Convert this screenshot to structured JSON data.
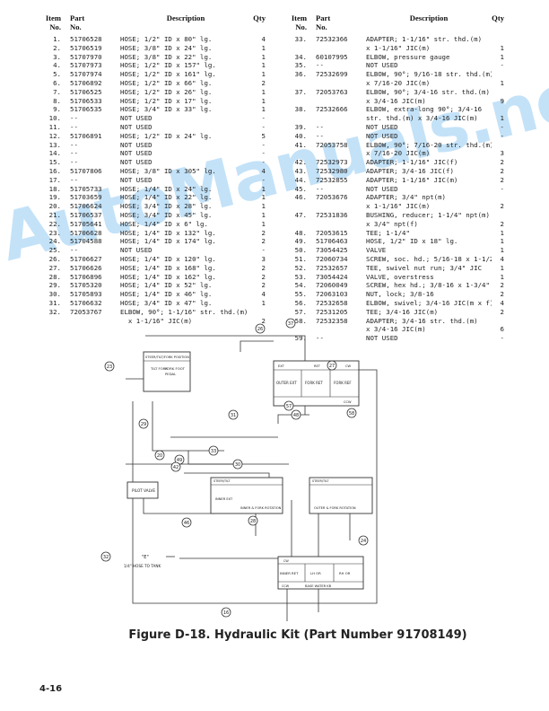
{
  "headers": {
    "item_line1": "Item",
    "item_line2": "No.",
    "part_line1": "Part",
    "part_line2": "No.",
    "description": "Description",
    "qty": "Qty"
  },
  "left_rows": [
    {
      "item": "1.",
      "part": "51706528",
      "desc": "HOSE; 1/2\" ID x 80\" lg.",
      "qty": "4"
    },
    {
      "item": "2.",
      "part": "51706519",
      "desc": "HOSE; 3/8\" ID x 24\" lg.",
      "qty": "1"
    },
    {
      "item": "3.",
      "part": "51707970",
      "desc": "HOSE; 3/8\" ID x 22\" lg.",
      "qty": "1"
    },
    {
      "item": "4.",
      "part": "51707973",
      "desc": "HOSE; 1/2\" ID x 157\" lg.",
      "qty": "1"
    },
    {
      "item": "5.",
      "part": "51707974",
      "desc": "HOSE; 1/2\" ID x 161\" lg.",
      "qty": "1"
    },
    {
      "item": "6.",
      "part": "51706892",
      "desc": "HOSE; 1/2\" ID x 66\" lg.",
      "qty": "2"
    },
    {
      "item": "7.",
      "part": "51706525",
      "desc": "HOSE; 1/2\" ID x 26\" lg.",
      "qty": "1"
    },
    {
      "item": "8.",
      "part": "51706533",
      "desc": "HOSE; 1/2\" ID x 17\" lg.",
      "qty": "1"
    },
    {
      "item": "9.",
      "part": "51706535",
      "desc": "HOSE; 3/4\" ID x 33\" lg.",
      "qty": "1"
    },
    {
      "item": "10.",
      "part": "--",
      "desc": "NOT USED",
      "qty": "-"
    },
    {
      "item": "11.",
      "part": "--",
      "desc": "NOT USED",
      "qty": "-"
    },
    {
      "item": "12.",
      "part": "51706891",
      "desc": "HOSE; 1/2\" ID x 24\" lg.",
      "qty": "5"
    },
    {
      "item": "13.",
      "part": "--",
      "desc": "NOT USED",
      "qty": "-"
    },
    {
      "item": "14.",
      "part": "--",
      "desc": "NOT USED",
      "qty": "-"
    },
    {
      "item": "15.",
      "part": "--",
      "desc": "NOT USED",
      "qty": "-"
    },
    {
      "item": "16.",
      "part": "51707806",
      "desc": "HOSE; 3/8\" ID x 305\" lg.",
      "qty": "4"
    },
    {
      "item": "17.",
      "part": "--",
      "desc": "NOT USED",
      "qty": "-"
    },
    {
      "item": "18.",
      "part": "51705733",
      "desc": "HOSE; 1/4\" ID x 24\" lg.",
      "qty": "1"
    },
    {
      "item": "19.",
      "part": "51703659",
      "desc": "HOSE; 1/4\" ID x 22\" lg.",
      "qty": "1"
    },
    {
      "item": "20.",
      "part": "51706624",
      "desc": "HOSE; 3/4\" ID x 28\" lg.",
      "qty": "1"
    },
    {
      "item": "21.",
      "part": "51706537",
      "desc": "HOSE; 3/4\" ID x 45\" lg.",
      "qty": "1"
    },
    {
      "item": "22.",
      "part": "51705641",
      "desc": "HOSE; 1/4\" ID x 6\" lg.",
      "qty": "1"
    },
    {
      "item": "23.",
      "part": "51706628",
      "desc": "HOSE; 1/4\" ID x 132\" lg.",
      "qty": "2"
    },
    {
      "item": "24.",
      "part": "51704588",
      "desc": "HOSE; 1/4\" ID x 174\" lg.",
      "qty": "2"
    },
    {
      "item": "25.",
      "part": "--",
      "desc": "NOT USED",
      "qty": "-"
    },
    {
      "item": "26.",
      "part": "51706627",
      "desc": "HOSE; 1/4\" ID x 120\" lg.",
      "qty": "3"
    },
    {
      "item": "27.",
      "part": "51706626",
      "desc": "HOSE; 1/4\" ID x 168\" lg.",
      "qty": "2"
    },
    {
      "item": "28.",
      "part": "51706896",
      "desc": "HOSE; 1/4\" ID x 162\" lg.",
      "qty": "2"
    },
    {
      "item": "29.",
      "part": "51705320",
      "desc": "HOSE; 1/4\" ID x 52\" lg.",
      "qty": "2"
    },
    {
      "item": "30.",
      "part": "51705893",
      "desc": "HOSE; 1/4\" ID x 46\" lg.",
      "qty": "4"
    },
    {
      "item": "31.",
      "part": "51706632",
      "desc": "HOSE; 3/4\" ID x 47\" lg.",
      "qty": "1"
    },
    {
      "item": "32.",
      "part": "72053767",
      "desc": "ELBOW, 90°; 1-1/16\" str. thd.(m)",
      "qty": ""
    },
    {
      "item": "",
      "part": "",
      "desc": "  x 1-1/16\" JIC(m)",
      "qty": "2"
    }
  ],
  "right_rows": [
    {
      "item": "33.",
      "part": "72532366",
      "desc": "ADAPTER; 1-1/16\" str. thd.(m)",
      "qty": ""
    },
    {
      "item": "",
      "part": "",
      "desc": "x 1-1/16\" JIC(m)",
      "qty": "1"
    },
    {
      "item": "34.",
      "part": "60107995",
      "desc": "ELBOW, pressure gauge",
      "qty": "1"
    },
    {
      "item": "35.",
      "part": "--",
      "desc": "NOT USED",
      "qty": "-"
    },
    {
      "item": "36.",
      "part": "72532699",
      "desc": "ELBOW, 90°; 9/16-18 str. thd.(m)",
      "qty": ""
    },
    {
      "item": "",
      "part": "",
      "desc": "x 7/16-20 JIC(m)",
      "qty": "1"
    },
    {
      "item": "37.",
      "part": "72053763",
      "desc": "ELBOW, 90°; 3/4-16 str. thd.(m)",
      "qty": ""
    },
    {
      "item": "",
      "part": "",
      "desc": "x 3/4-16 JIC(m)",
      "qty": "9"
    },
    {
      "item": "38.",
      "part": "72532666",
      "desc": "ELBOW, extra-long 90°; 3/4-16",
      "qty": ""
    },
    {
      "item": "",
      "part": "",
      "desc": "str. thd.(m) x 3/4-16 JIC(m)",
      "qty": "1"
    },
    {
      "item": "39.",
      "part": "--",
      "desc": "NOT USED",
      "qty": "-"
    },
    {
      "item": "40.",
      "part": "--",
      "desc": "NOT USED",
      "qty": "-"
    },
    {
      "item": "41.",
      "part": "72053758",
      "desc": "ELBOW, 90°; 7/16-20 str. thd.(m)",
      "qty": ""
    },
    {
      "item": "",
      "part": "",
      "desc": "x 7/16-20 JIC(m)",
      "qty": "3"
    },
    {
      "item": "42.",
      "part": "72532973",
      "desc": "ADAPTER; 1-1/16\" JIC(f)",
      "qty": "2"
    },
    {
      "item": "43.",
      "part": "72532980",
      "desc": "ADAPTER; 3/4-16 JIC(f)",
      "qty": "2"
    },
    {
      "item": "44.",
      "part": "72532855",
      "desc": "ADAPTER; 1-1/16\" JIC(m)",
      "qty": "2"
    },
    {
      "item": "45.",
      "part": "--",
      "desc": "NOT USED",
      "qty": "-"
    },
    {
      "item": "46.",
      "part": "72053676",
      "desc": "ADAPTER; 3/4\" npt(m)",
      "qty": ""
    },
    {
      "item": "",
      "part": "",
      "desc": "x 1-1/16\" JIC(m)",
      "qty": "2"
    },
    {
      "item": "47.",
      "part": "72531836",
      "desc": "BUSHING, reducer; 1-1/4\" npt(m)",
      "qty": ""
    },
    {
      "item": "",
      "part": "",
      "desc": "x 3/4\" npt(f)",
      "qty": "2"
    },
    {
      "item": "48.",
      "part": "72053615",
      "desc": "TEE; 1-1/4\"",
      "qty": "1"
    },
    {
      "item": "49.",
      "part": "51706463",
      "desc": "HOSE, 1/2\" ID x 18\" lg.",
      "qty": "1"
    },
    {
      "item": "50.",
      "part": "73054425",
      "desc": "VALVE",
      "qty": "1"
    },
    {
      "item": "51.",
      "part": "72060734",
      "desc": "SCREW, soc. hd.; 5/16-18 x 1-1/2\"",
      "qty": "4"
    },
    {
      "item": "52.",
      "part": "72532657",
      "desc": "TEE, swivel nut run; 3/4\" JIC",
      "qty": "1"
    },
    {
      "item": "53.",
      "part": "73054424",
      "desc": "VALVE, overstress",
      "qty": "1"
    },
    {
      "item": "54.",
      "part": "72060049",
      "desc": "SCREW, hex hd.; 3/8-16 x 1-3/4\"",
      "qty": "2"
    },
    {
      "item": "55.",
      "part": "72063103",
      "desc": "NUT, lock; 3/8-16",
      "qty": "2"
    },
    {
      "item": "56.",
      "part": "72532658",
      "desc": "ELBOW, swivel; 3/4-16 JIC(m x f)",
      "qty": "4"
    },
    {
      "item": "57.",
      "part": "72531205",
      "desc": "TEE; 3/4-16 JIC(m)",
      "qty": "2"
    },
    {
      "item": "58.",
      "part": "72532358",
      "desc": "ADAPTER; 3/4-16 str. thd.(m)",
      "qty": ""
    },
    {
      "item": "",
      "part": "",
      "desc": "x 3/4-16 JIC(m)",
      "qty": "6"
    },
    {
      "item": "59.",
      "part": "--",
      "desc": "NOT USED",
      "qty": "-"
    }
  ],
  "diagram": {
    "callouts": [
      "26",
      "23",
      "27",
      "29",
      "31",
      "30",
      "24",
      "28",
      "20",
      "16",
      "32",
      "49",
      "37",
      "57",
      "58",
      "33",
      "42",
      "46",
      "48"
    ],
    "valve1": {
      "title": "STEER/TILT/FORK POSITION",
      "cols": [
        "TILT FORK",
        "FORK FOOT",
        "PEDAL"
      ]
    },
    "valve2": {
      "cols": [
        "OUTER EXT",
        "FORK RET",
        "FORK REF"
      ],
      "ports": [
        "CW",
        "CCW",
        "EXT",
        "RET"
      ]
    },
    "valve3": {
      "title": "STEER/TILT",
      "cols": [
        "INNER EXT",
        "INNER & FORK ROTATION"
      ]
    },
    "valve4": {
      "title": "STEER/TILT",
      "cols": [
        "OUTER & FORK ROTATION"
      ]
    },
    "valve5": {
      "cols": [
        "INNER RET",
        "LH OR",
        "RH OR"
      ],
      "footer": "BASE WATER KB",
      "ports": [
        "CW",
        "CCW"
      ]
    },
    "pilot_valve": "PILOT VALVE",
    "tank_label": "\"E\"",
    "tank_hose": "1/4\" HOSE TO TANK"
  },
  "caption": "Figure D-18. Hydraulic Kit (Part Number 91708149)",
  "page_number": "4-16",
  "watermark": "AutoManuals.net"
}
